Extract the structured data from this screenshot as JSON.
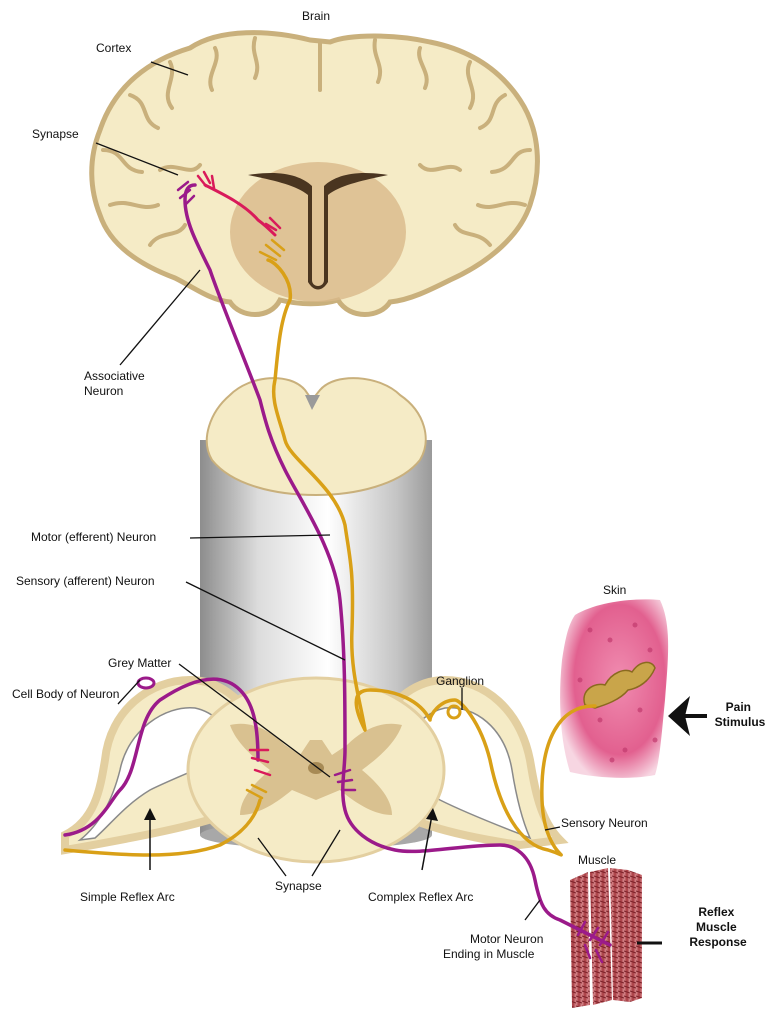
{
  "labels": {
    "brain": "Brain",
    "cortex": "Cortex",
    "synapse_top": "Synapse",
    "associative_neuron": [
      "Associative",
      "Neuron"
    ],
    "motor_neuron": "Motor (efferent) Neuron",
    "sensory_afferent": "Sensory (afferent) Neuron",
    "grey_matter": "Grey Matter",
    "cell_body": "Cell Body of Neuron",
    "ganglion": "Ganglion",
    "skin": "Skin",
    "pain_stimulus": [
      "Pain",
      "Stimulus"
    ],
    "sensory_neuron": "Sensory Neuron",
    "muscle": "Muscle",
    "simple_reflex_arc": "Simple Reflex Arc",
    "synapse_bottom": "Synapse",
    "complex_reflex_arc": "Complex Reflex Arc",
    "motor_neuron_ending": [
      "Motor Neuron",
      "Ending in Muscle"
    ],
    "reflex_muscle_response": [
      "Reflex",
      "Muscle",
      "Response"
    ]
  },
  "colors": {
    "brain_fill": "#f5ebc6",
    "brain_edge": "#c9b07c",
    "ventricle": "#4a3520",
    "cord_center": "#d9b98a",
    "motor_neuron": "#9b1a8a",
    "sensory_neuron": "#d9a017",
    "synapse": "#d91a5a",
    "skin": "#e86a9a",
    "muscle": "#b04a50"
  }
}
